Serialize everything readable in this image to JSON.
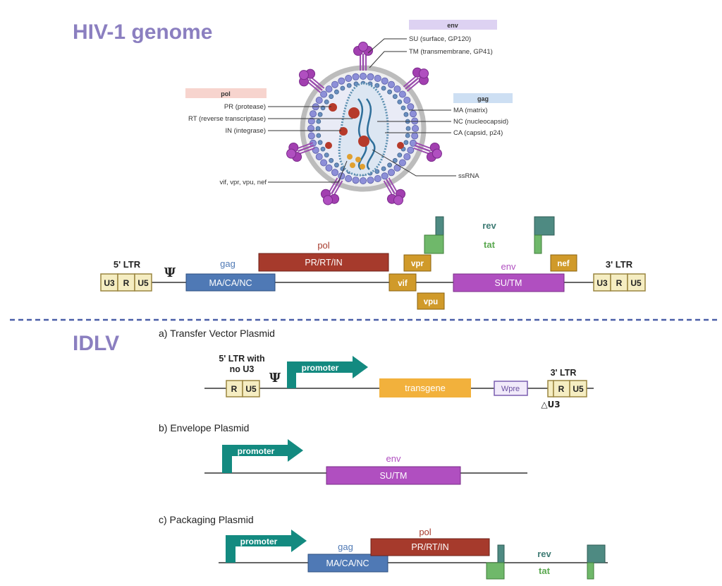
{
  "titles": {
    "genome": "HIV-1 genome",
    "idlv": "IDLV"
  },
  "virion": {
    "env_header": "env",
    "env_su": "SU (surface, GP120)",
    "env_tm": "TM (transmembrane, GP41)",
    "pol_header": "pol",
    "pol_pr": "PR (protease)",
    "pol_rt": "RT (reverse transcriptase)",
    "pol_in": "IN (integrase)",
    "gag_header": "gag",
    "gag_ma": "MA (matrix)",
    "gag_nc": "NC (nucleocapsid)",
    "gag_ca": "CA (capsid, p24)",
    "accessory": "vif, vpr, vpu, nef",
    "ssrna": "ssRNA"
  },
  "genome_map": {
    "ltr5_label": "5' LTR",
    "ltr3_label": "3' LTR",
    "u3": "U3",
    "r": "R",
    "u5": "U5",
    "psi": "Ψ",
    "gag_label": "gag",
    "gag_box": "MA/CA/NC",
    "pol_label": "pol",
    "pol_box": "PR/RT/IN",
    "vif": "vif",
    "vpr": "vpr",
    "vpu": "vpu",
    "nef": "nef",
    "env_label": "env",
    "env_box": "SU/TM",
    "rev": "rev",
    "tat": "tat"
  },
  "plasmid_a": {
    "title": "a) Transfer Vector Plasmid",
    "ltr5_line1": "5' LTR with",
    "ltr5_line2": "no U3",
    "r": "R",
    "u5": "U5",
    "psi": "Ψ",
    "promoter": "promoter",
    "transgene": "transgene",
    "wpre": "Wpre",
    "ltr3_label": "3' LTR",
    "delta_u3": "△U3"
  },
  "plasmid_b": {
    "title": "b) Envelope Plasmid",
    "promoter": "promoter",
    "env_label": "env",
    "env_box": "SU/TM"
  },
  "plasmid_c": {
    "title": "c) Packaging Plasmid",
    "promoter": "promoter",
    "gag_label": "gag",
    "gag_box": "MA/CA/NC",
    "pol_label": "pol",
    "pol_box": "PR/RT/IN",
    "rev": "rev",
    "tat": "tat"
  },
  "colors": {
    "title_purple": "#8b7fc0",
    "pol_red": "#a63a2c",
    "gag_blue": "#4f79b5",
    "env_magenta": "#b04fc0",
    "accessory_gold": "#d09a2a",
    "ltr_cream": "#f5edc2",
    "rev_teal": "#4e8a82",
    "tat_green": "#6fb86a",
    "promoter_teal": "#138a80",
    "transgene_orange": "#f2b13c",
    "divider_blue": "#4a5fa8"
  }
}
